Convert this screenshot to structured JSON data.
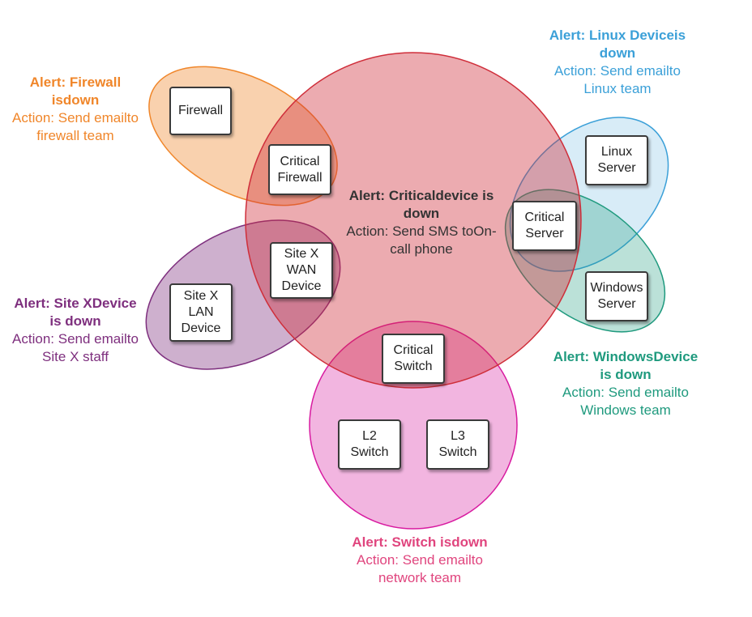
{
  "colors": {
    "firewall": "#f0862a",
    "linux": "#3ba0d8",
    "critical": "#cf2e3a",
    "windows": "#1f9a7e",
    "sitex": "#7e2f7e",
    "switch": "#d81aa0",
    "switch_caption": "#e0457e",
    "critical_caption": "#333333"
  },
  "groups": {
    "firewall": {
      "title": [
        "Alert: Firewall is",
        "down"
      ],
      "action": [
        "Action: Send email",
        "to firewall team"
      ]
    },
    "linux": {
      "title": [
        "Alert: Linux Device",
        "is down"
      ],
      "action": [
        "Action: Send email",
        "to Linux team"
      ]
    },
    "critical": {
      "title": [
        "Alert: Critical",
        "device is down"
      ],
      "action": [
        "Action: Send SMS to",
        "On-call phone"
      ]
    },
    "sitex": {
      "title": [
        "Alert: Site X",
        "Device is down"
      ],
      "action": [
        "Action: Send email",
        "to Site X staff"
      ]
    },
    "windows": {
      "title": [
        "Alert: Windows",
        "Device is down"
      ],
      "action": [
        "Action: Send email",
        "to Windows team"
      ]
    },
    "switch": {
      "title": [
        "Alert: Switch is",
        "down"
      ],
      "action": [
        "Action: Send email",
        "to network team"
      ]
    }
  },
  "devices": {
    "firewall": [
      "Firewall"
    ],
    "critical_firewall": [
      "Critical",
      "Firewall"
    ],
    "linux_server": [
      "Linux",
      "Server"
    ],
    "critical_server": [
      "Critical",
      "Server"
    ],
    "windows_server": [
      "Windows",
      "Server"
    ],
    "site_x_wan": [
      "Site X",
      "WAN",
      "Device"
    ],
    "site_x_lan": [
      "Site X",
      "LAN",
      "Device"
    ],
    "critical_switch": [
      "Critical",
      "Switch"
    ],
    "l2_switch": [
      "L2",
      "Switch"
    ],
    "l3_switch": [
      "L3",
      "Switch"
    ]
  }
}
